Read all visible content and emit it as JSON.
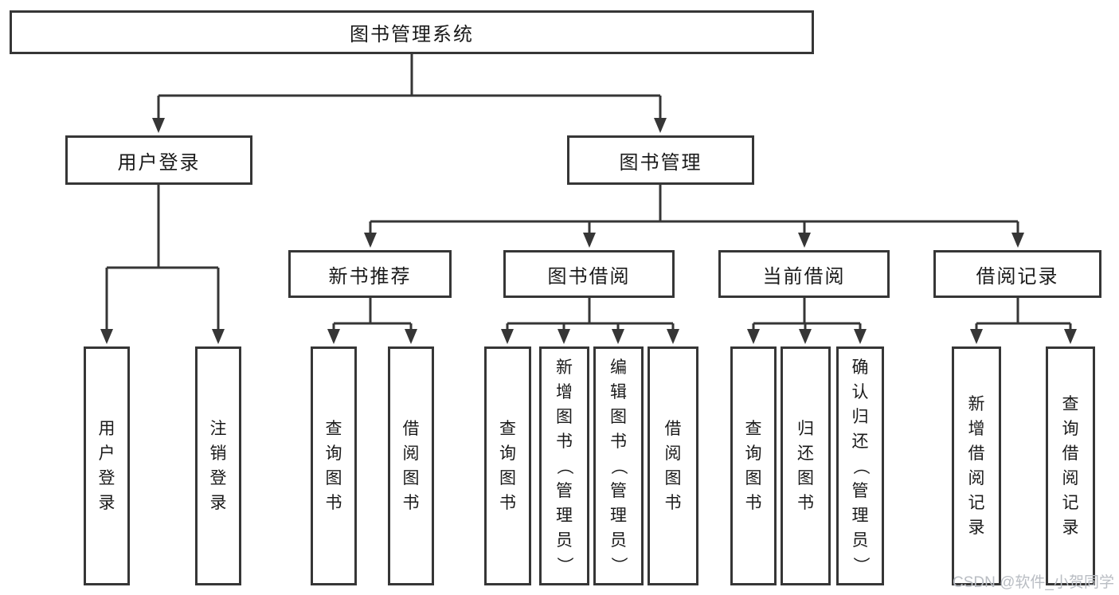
{
  "colors": {
    "line": "#363636",
    "text": "#1a1a1a",
    "watermark": "#b9bdc3",
    "background": "#ffffff"
  },
  "watermark": "CSDN @软件_小贺同学",
  "tree": {
    "root": {
      "label": "图书管理系统"
    },
    "branches": [
      {
        "label": "用户登录",
        "children": [
          {
            "label": "用户登录"
          },
          {
            "label": "注销登录"
          }
        ]
      },
      {
        "label": "图书管理",
        "groups": [
          {
            "label": "新书推荐",
            "children": [
              {
                "label": "查询图书"
              },
              {
                "label": "借阅图书"
              }
            ]
          },
          {
            "label": "图书借阅",
            "children": [
              {
                "label": "查询图书"
              },
              {
                "label": "新增图书（管理员）"
              },
              {
                "label": "编辑图书（管理员）"
              },
              {
                "label": "借阅图书"
              }
            ]
          },
          {
            "label": "当前借阅",
            "children": [
              {
                "label": "查询图书"
              },
              {
                "label": "归还图书"
              },
              {
                "label": "确认归还（管理员）"
              }
            ]
          },
          {
            "label": "借阅记录",
            "children": [
              {
                "label": "新增借阅记录"
              },
              {
                "label": "查询借阅记录"
              }
            ]
          }
        ]
      }
    ]
  }
}
